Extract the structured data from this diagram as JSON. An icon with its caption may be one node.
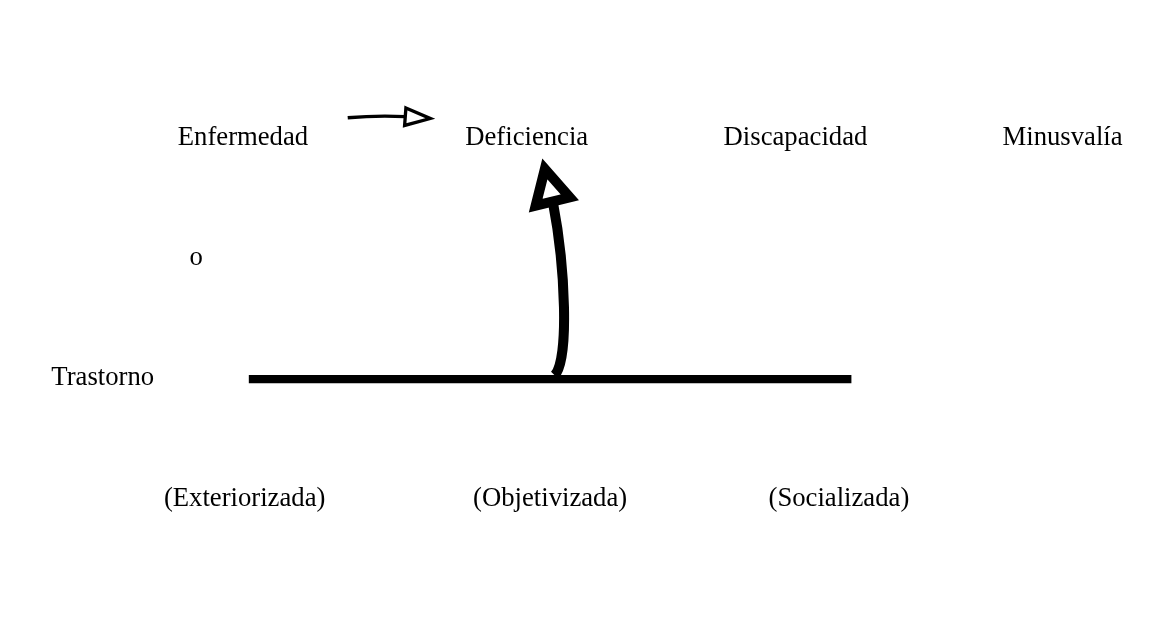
{
  "diagram": {
    "nodes": [
      {
        "text": [
          "Enfermedad"
        ]
      },
      {
        "text": [
          "Deficiencia"
        ]
      },
      {
        "text": [
          "Discapacidad"
        ]
      },
      {
        "text": [
          "Minusvalía"
        ]
      },
      {
        "text": [
          "Trastorno"
        ]
      },
      {
        "text": [],
        "shape": "bar"
      }
    ],
    "edges": [
      {
        "from": 0,
        "to": 1,
        "arrow": "to"
      },
      {
        "from": 5,
        "to": 1,
        "arrow": "to",
        "style": "thick"
      }
    ],
    "labels": [
      "o",
      "(Exteriorizada)",
      "(Objetivizada)",
      "(Socializada)"
    ]
  }
}
